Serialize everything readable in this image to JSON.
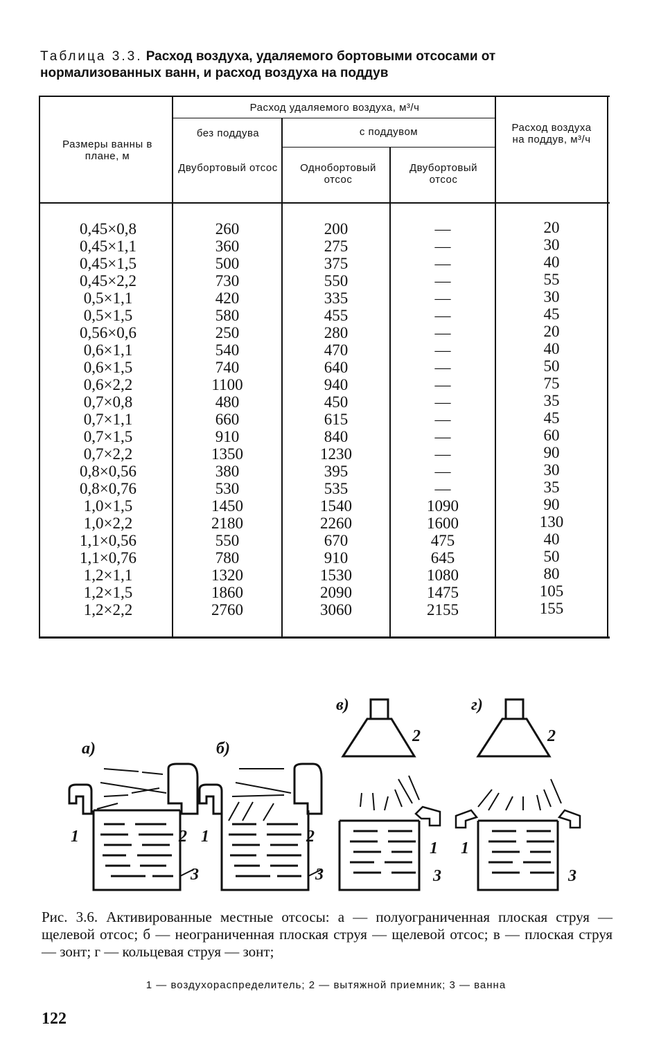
{
  "title": {
    "label": "Таблица 3.3.",
    "text": "Расход воздуха, удаляемого бортовыми отсосами от нормализованных ванн, и расход воздуха на поддув"
  },
  "table": {
    "headers": {
      "size": "Размеры ванны в плане, м",
      "removed": "Расход удаляемого воздуха, м³/ч",
      "no_blow": "без поддува",
      "with_blow": "с поддувом",
      "double_side": "Двубортовый отсос",
      "one_side": "Однобортовый отсос",
      "double_side_blow": "Двубортовый отсос",
      "blow": "Расход воздуха на поддув, м³/ч"
    },
    "columns": {
      "size": [
        "0,45×0,8",
        "0,45×1,1",
        "0,45×1,5",
        "0,45×2,2",
        "0,5×1,1",
        "0,5×1,5",
        "0,56×0,6",
        "0,6×1,1",
        "0,6×1,5",
        "0,6×2,2",
        "0,7×0,8",
        "0,7×1,1",
        "0,7×1,5",
        "0,7×2,2",
        "0,8×0,56",
        "0,8×0,76",
        "1,0×1,5",
        "1,0×2,2",
        "1,1×0,56",
        "1,1×0,76",
        "1,2×1,1",
        "1,2×1,5",
        "1,2×2,2"
      ],
      "double_no_blow": [
        "260",
        "360",
        "500",
        "730",
        "420",
        "580",
        "250",
        "540",
        "740",
        "1100",
        "480",
        "660",
        "910",
        "1350",
        "380",
        "530",
        "1450",
        "2180",
        "550",
        "780",
        "1320",
        "1860",
        "2760"
      ],
      "one_side_blow": [
        "200",
        "275",
        "375",
        "550",
        "335",
        "455",
        "280",
        "470",
        "640",
        "940",
        "450",
        "615",
        "840",
        "1230",
        "395",
        "535",
        "1540",
        "2260",
        "670",
        "910",
        "1530",
        "2090",
        "3060"
      ],
      "double_blow": [
        "—",
        "—",
        "—",
        "—",
        "—",
        "—",
        "—",
        "—",
        "—",
        "—",
        "—",
        "—",
        "—",
        "—",
        "—",
        "—",
        "1090",
        "1600",
        "475",
        "645",
        "1080",
        "1475",
        "2155"
      ],
      "blow_rate": [
        "20",
        "30",
        "40",
        "55",
        "30",
        "45",
        "20",
        "40",
        "50",
        "75",
        "35",
        "45",
        "60",
        "90",
        "30",
        "35",
        "90",
        "130",
        "40",
        "50",
        "80",
        "105",
        "155"
      ]
    }
  },
  "figure": {
    "panels": [
      "а)",
      "б)",
      "в)",
      "г)"
    ],
    "numbers": [
      "1",
      "2",
      "3"
    ]
  },
  "caption": "Рис. 3.6. Активированные местные отсосы: а — полуограниченная плоская струя — щелевой отсос; б — неограниченная плоская струя — щелевой отсос; в — плоская струя — зонт; г — кольцевая струя — зонт;",
  "legend": "1 — воздухораспределитель; 2 — вытяжной приемник; 3 — ванна",
  "page_number": "122"
}
